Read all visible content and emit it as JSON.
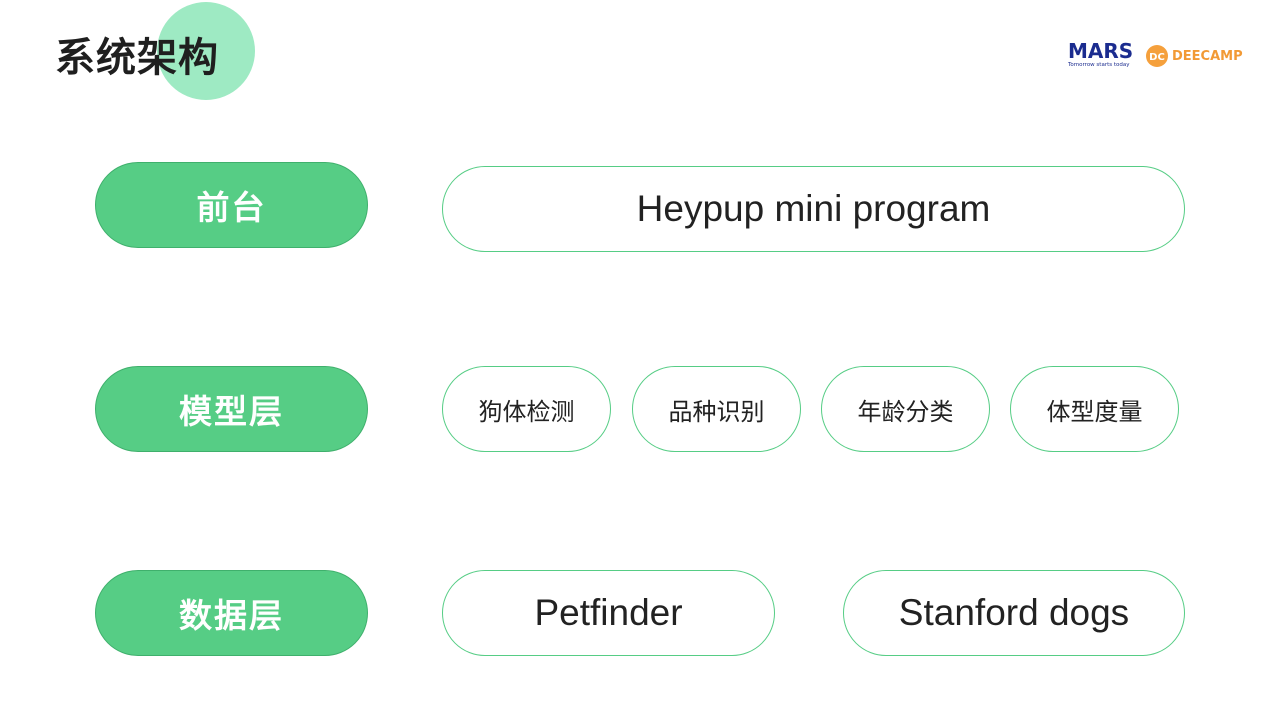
{
  "header": {
    "title": "系统架构",
    "logos": {
      "mars": {
        "wordmark": "MARS",
        "tagline": "Tomorrow starts today",
        "color": "#1b2c8f"
      },
      "deecamp": {
        "badge": "DC",
        "wordmark": "DEECAMP",
        "color": "#f29a35"
      }
    }
  },
  "colors": {
    "accent": "#56cd85",
    "accent_light": "#9eeac3",
    "text": "#222222"
  },
  "layers": [
    {
      "label": "前台",
      "items": [
        "Heypup mini program"
      ]
    },
    {
      "label": "模型层",
      "items": [
        "狗体检测",
        "品种识别",
        "年龄分类",
        "体型度量"
      ]
    },
    {
      "label": "数据层",
      "items": [
        "Petfinder",
        "Stanford dogs"
      ]
    }
  ]
}
